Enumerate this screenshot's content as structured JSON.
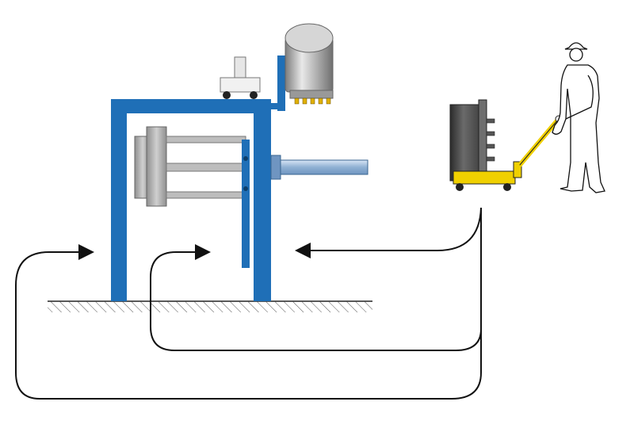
{
  "diagram": {
    "colors": {
      "frame_blue": "#1f6fb7",
      "platen_gray": "#a8a8a8",
      "dark_gray": "#4a4a4a",
      "cart_yellow": "#f0d000",
      "cylinder_light": "#9bb6d6",
      "ground_line": "#222222",
      "arrow_line": "#111111"
    },
    "icons": {
      "operator": "person-with-hardhat-icon",
      "cart": "pallet-jack-cart-icon",
      "tank": "pressure-vessel-icon",
      "weight": "counterweight-icon",
      "ground": "hatched-ground-icon"
    },
    "flow": {
      "arrows": [
        "return-path-outer",
        "return-path-inner",
        "return-path-top"
      ]
    }
  }
}
